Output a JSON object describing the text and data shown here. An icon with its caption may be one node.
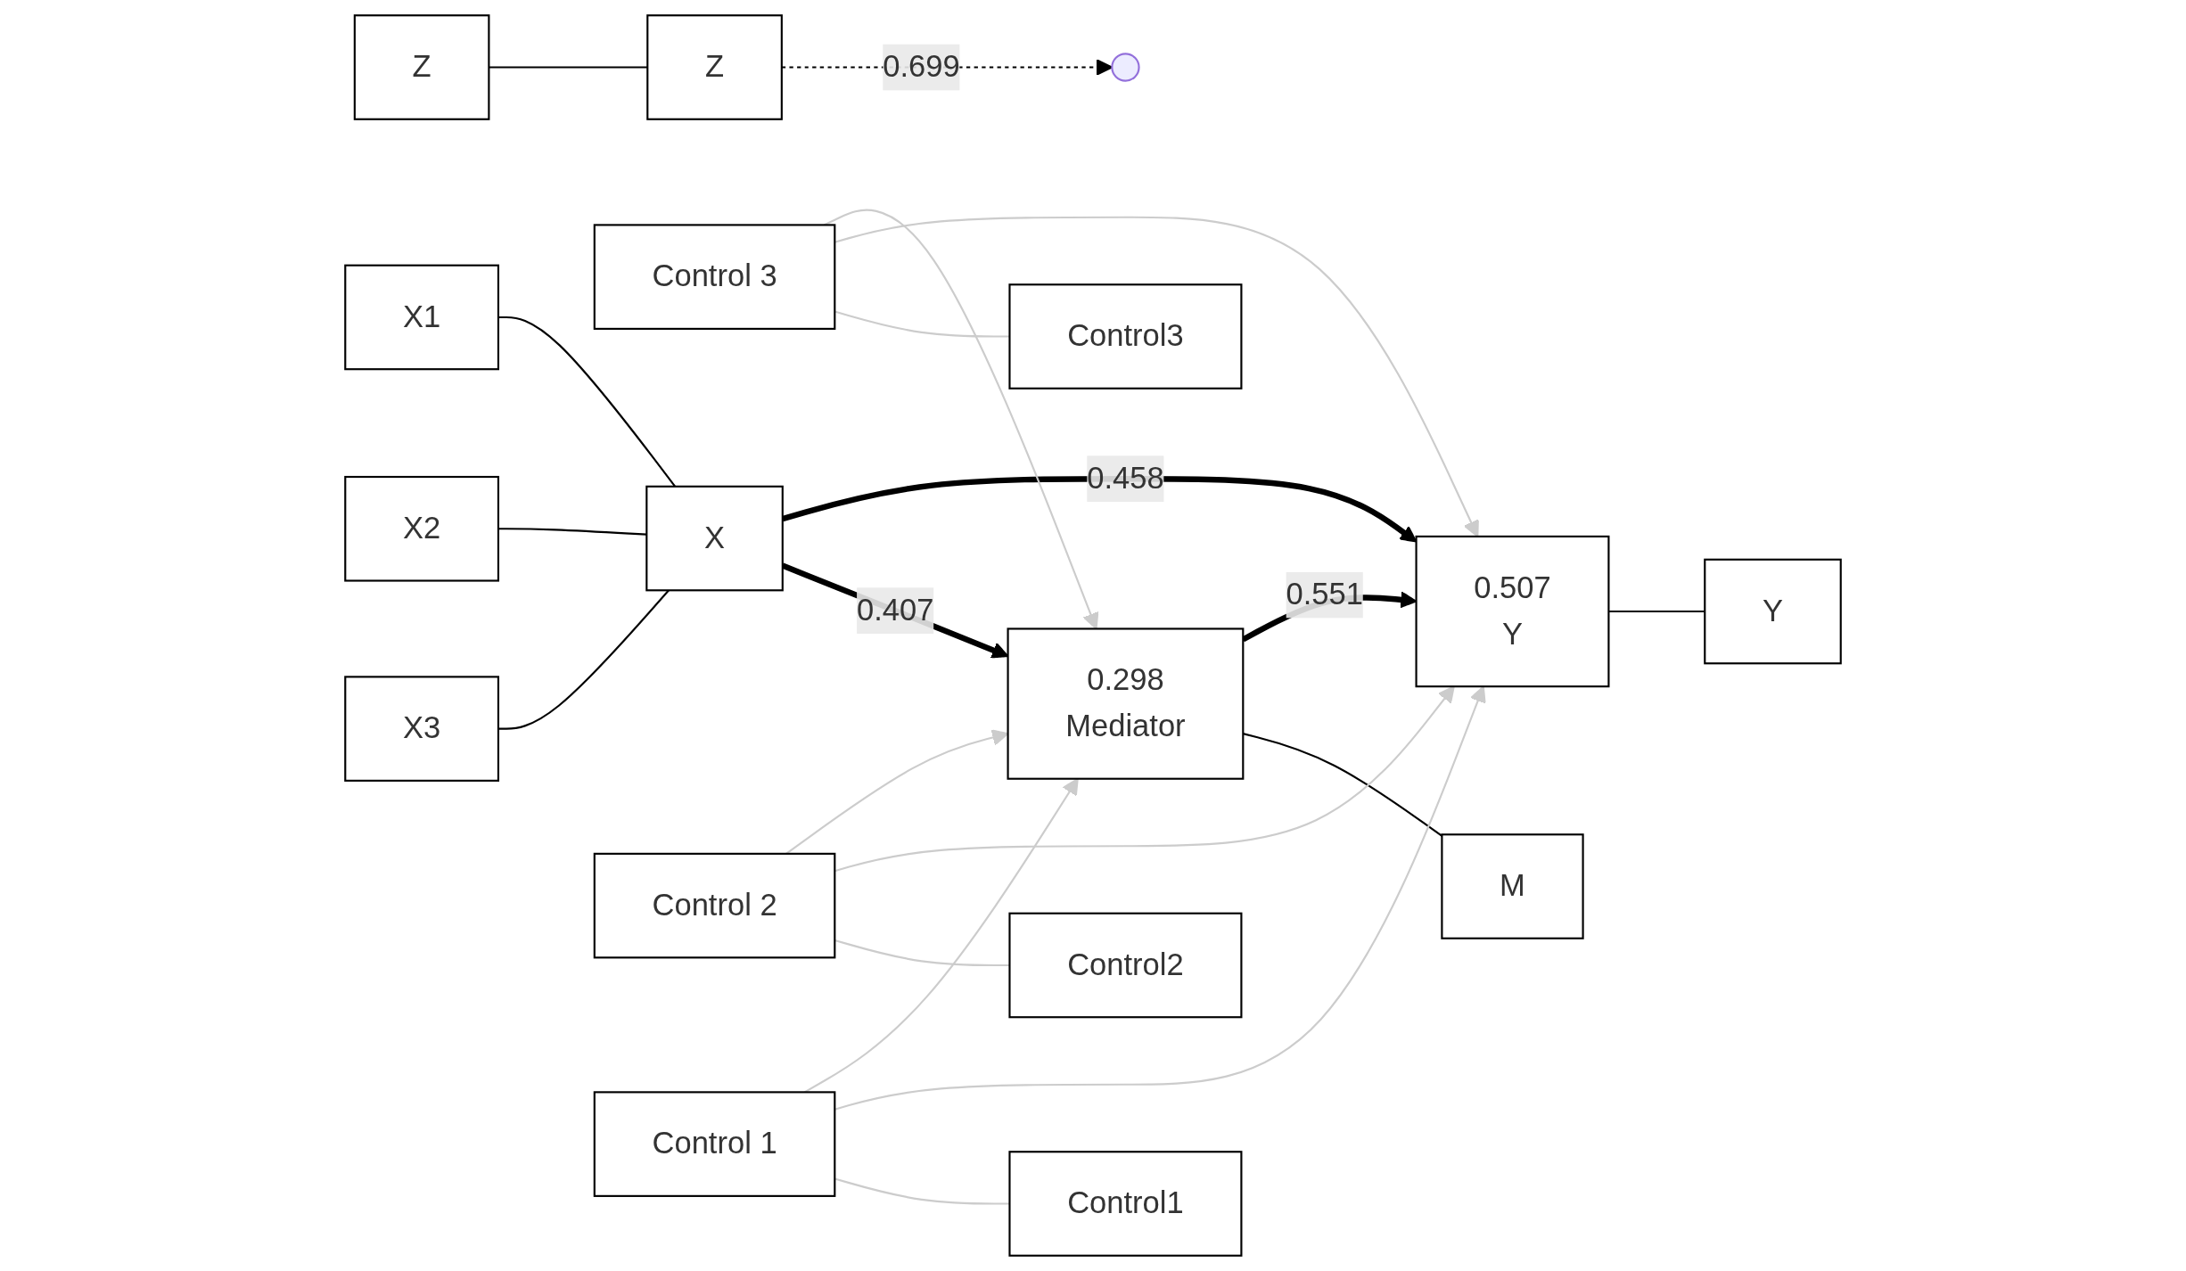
{
  "diagram": {
    "nodes": [
      {
        "text": [
          "X1"
        ]
      },
      {
        "text": [
          "X2"
        ]
      },
      {
        "text": [
          "X3"
        ]
      },
      {
        "text": [
          "X"
        ]
      },
      {
        "text": [
          "0.507",
          "Y"
        ]
      },
      {
        "text": [
          "Y"
        ]
      },
      {
        "text": [],
        "shape": "circle"
      },
      {
        "text": [
          "0.298",
          "Mediator"
        ]
      },
      {
        "text": [
          "Control 3"
        ]
      },
      {
        "text": [
          "Z"
        ]
      },
      {
        "text": [
          "Z"
        ]
      },
      {
        "text": [
          "Control 2"
        ]
      },
      {
        "text": [
          "M"
        ]
      },
      {
        "text": [
          "Control 1"
        ]
      },
      {
        "text": [
          "Control3"
        ]
      },
      {
        "text": [
          "Control2"
        ]
      },
      {
        "text": [
          "Control1"
        ]
      }
    ],
    "edges": [
      {
        "from": 0,
        "to": 3,
        "arrow": "none"
      },
      {
        "from": 1,
        "to": 3,
        "arrow": "none"
      },
      {
        "from": 2,
        "to": 3,
        "arrow": "none"
      },
      {
        "from": 3,
        "to": 4,
        "arrow": "to",
        "label": "0.458",
        "style": "thick"
      },
      {
        "from": 3,
        "to": 7,
        "arrow": "to",
        "label": "0.407",
        "style": "thick"
      },
      {
        "from": 7,
        "to": 4,
        "arrow": "to",
        "label": "0.551",
        "style": "thick"
      },
      {
        "from": 10,
        "to": 6,
        "arrow": "to",
        "label": "0.699",
        "style": "dashed"
      },
      {
        "from": 4,
        "to": 5,
        "arrow": "none"
      },
      {
        "from": 9,
        "to": 10,
        "arrow": "none"
      },
      {
        "from": 7,
        "to": 12,
        "arrow": "none"
      },
      {
        "from": 13,
        "to": 7,
        "arrow": "to",
        "color": "#cccccc"
      },
      {
        "from": 13,
        "to": 4,
        "arrow": "to",
        "color": "#cccccc"
      },
      {
        "from": 11,
        "to": 7,
        "arrow": "to",
        "color": "#cccccc"
      },
      {
        "from": 11,
        "to": 4,
        "arrow": "to",
        "color": "#cccccc"
      },
      {
        "from": 8,
        "to": 7,
        "arrow": "to",
        "color": "#cccccc"
      },
      {
        "from": 8,
        "to": 4,
        "arrow": "to",
        "color": "#cccccc"
      },
      {
        "from": 13,
        "to": 16,
        "arrow": "none",
        "color": "#cccccc"
      },
      {
        "from": 11,
        "to": 15,
        "arrow": "none",
        "color": "#cccccc"
      },
      {
        "from": 8,
        "to": 14,
        "arrow": "none",
        "color": "#cccccc"
      }
    ]
  }
}
